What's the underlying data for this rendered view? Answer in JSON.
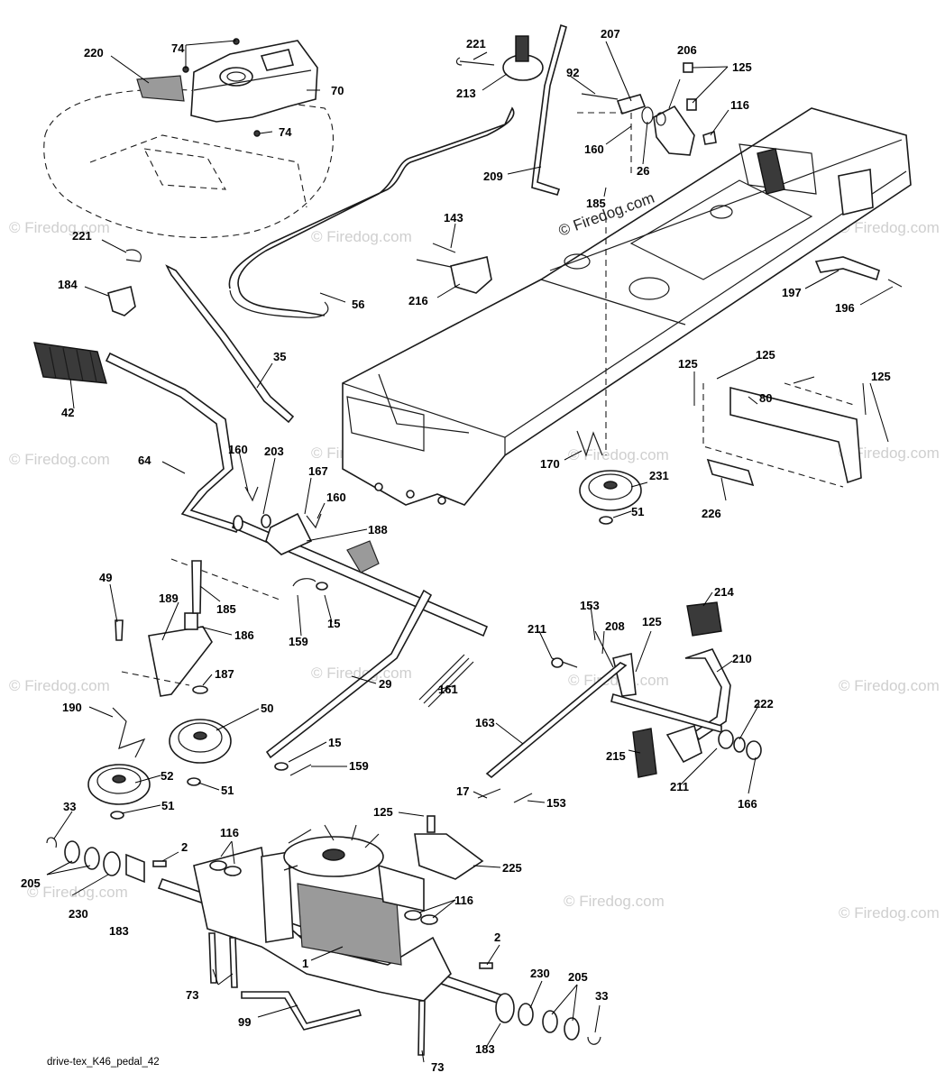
{
  "watermark": {
    "text": "© Firedog.com",
    "overlay_text": "© Firedog.com"
  },
  "file_label": "drive-tex_K46_pedal_42",
  "callouts": {
    "c220": "220",
    "c74a": "74",
    "c70": "70",
    "c74b": "74",
    "c221a": "221",
    "c213": "213",
    "c207": "207",
    "c206": "206",
    "c125a": "125",
    "c92": "92",
    "c116a": "116",
    "c160a": "160",
    "c26": "26",
    "c209": "209",
    "c185a": "185",
    "c143": "143",
    "c216": "216",
    "c221b": "221",
    "c184": "184",
    "c56": "56",
    "c197": "197",
    "c196": "196",
    "c35": "35",
    "c42": "42",
    "c125b": "125",
    "c125c": "125",
    "c125d": "125",
    "c80": "80",
    "c160b": "160",
    "c203": "203",
    "c64": "64",
    "c167": "167",
    "c160c": "160",
    "c170": "170",
    "c231": "231",
    "c51a": "51",
    "c226": "226",
    "c188": "188",
    "c49": "49",
    "c189": "189",
    "c185b": "185",
    "c186": "186",
    "c159a": "159",
    "c15a": "15",
    "c214": "214",
    "c153a": "153",
    "c211a": "211",
    "c208": "208",
    "c125e": "125",
    "c210": "210",
    "c187": "187",
    "c29": "29",
    "c161": "161",
    "c190": "190",
    "c50": "50",
    "c222": "222",
    "c163": "163",
    "c15b": "15",
    "c159b": "159",
    "c215": "215",
    "c211b": "211",
    "c166": "166",
    "c52": "52",
    "c51b": "51",
    "c51c": "51",
    "c17": "17",
    "c153b": "153",
    "c33a": "33",
    "c125f": "125",
    "c116b": "116",
    "c2a": "2",
    "c225": "225",
    "c205a": "205",
    "c230a": "230",
    "c183a": "183",
    "c116c": "116",
    "c2b": "2",
    "c1": "1",
    "c230b": "230",
    "c205b": "205",
    "c73a": "73",
    "c33b": "33",
    "c99": "99",
    "c183b": "183",
    "c73b": "73"
  }
}
